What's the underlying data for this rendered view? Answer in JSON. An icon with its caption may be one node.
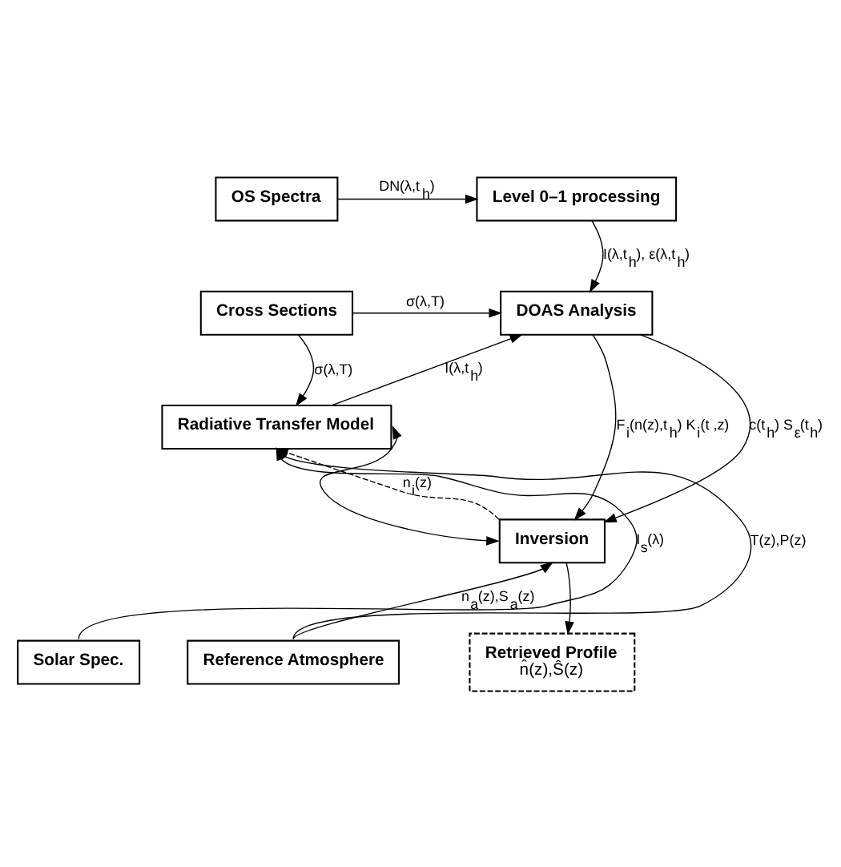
{
  "diagram": {
    "nodes": [
      {
        "text": [
          "OS Spectra"
        ]
      },
      {
        "text": [
          "Level 0–1 processing"
        ]
      },
      {
        "text": [
          "Cross Sections"
        ]
      },
      {
        "text": [
          "DOAS Analysis"
        ]
      },
      {
        "text": [
          "Radiative Transfer Model"
        ]
      },
      {
        "text": [
          "Inversion"
        ]
      },
      {
        "text": [
          "Solar Spec."
        ]
      },
      {
        "text": [
          "Reference Atmosphere"
        ]
      },
      {
        "text": [
          "Retrieved Profile",
          "n̂(z),Ŝ(z)"
        ]
      }
    ],
    "edges": [
      {
        "from": 0,
        "to": 1,
        "arrow": "to",
        "label": "DN(λ,t$_{h}$)"
      },
      {
        "from": 1,
        "to": 3,
        "arrow": "to",
        "label": "I(λ,t$_{h}$), ε(λ,t$_{h}$)"
      },
      {
        "from": 2,
        "to": 3,
        "arrow": "to",
        "label": "σ(λ,T)"
      },
      {
        "from": 2,
        "to": 4,
        "arrow": "to",
        "label": "σ(λ,T)"
      },
      {
        "from": 4,
        "to": 3,
        "arrow": "to",
        "label": "I(λ,t$_{h}$)"
      },
      {
        "from": 3,
        "to": 5,
        "arrow": "to",
        "label": "F$_{i}$(n(z),t$_{h}$) K$_{i}$(t ,z)"
      },
      {
        "from": 3,
        "to": 5,
        "arrow": "to",
        "label": "c(t$_{h}$) S$_{ε}$(t$_{h}$)"
      },
      {
        "from": 5,
        "to": 4,
        "arrow": "to",
        "label": "n$_{i}$(z)",
        "style": "dashed"
      },
      {
        "from": 4,
        "to": 5,
        "arrow": "both"
      },
      {
        "from": 6,
        "to": 4,
        "arrow": "to",
        "label": "I$_{s}$(λ)"
      },
      {
        "from": 7,
        "to": 4,
        "arrow": "to",
        "label": "T(z),P(z)"
      },
      {
        "from": 7,
        "to": 5,
        "arrow": "to",
        "label": "n$_{a}$(z),S$_{a}$(z)"
      },
      {
        "from": 5,
        "to": 8,
        "arrow": "to"
      }
    ]
  }
}
